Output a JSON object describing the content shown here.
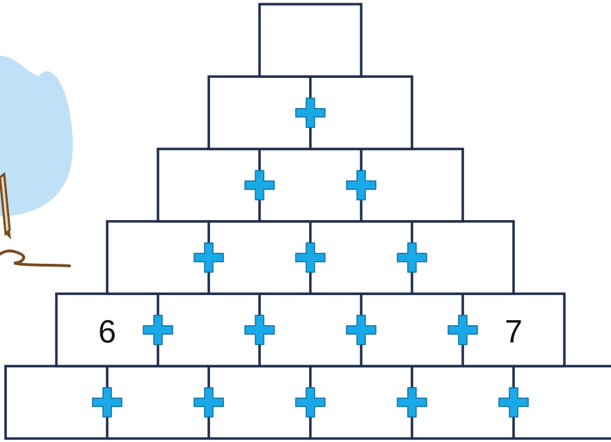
{
  "diagram": {
    "type": "addition-pyramid",
    "operator_symbol": "+",
    "rows": [
      [
        "",
        "",
        "",
        "",
        "",
        ""
      ],
      [
        "6",
        "",
        "",
        "",
        "7"
      ],
      [
        "",
        "",
        "",
        ""
      ],
      [
        "",
        "",
        ""
      ],
      [
        "",
        ""
      ],
      [
        ""
      ]
    ]
  },
  "colors": {
    "cell_border": "#1f2d4d",
    "plus_fill": "#1aa9e8",
    "plus_outline": "#0f6f9c",
    "cloud": "#bfe0f6",
    "pencil": "#7a4a1e"
  },
  "decoration": {
    "name": "pencil-cloud-illustration"
  }
}
